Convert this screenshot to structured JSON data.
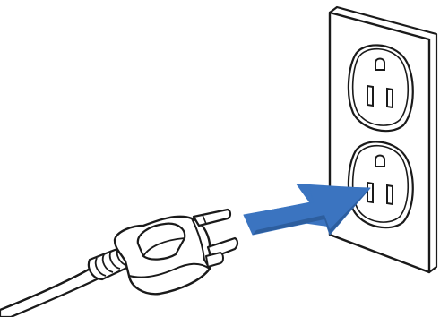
{
  "illustration": {
    "subject": "plug-into-outlet",
    "colors": {
      "background": "#ffffff",
      "line": "#1a1a1a",
      "fill": "#ffffff",
      "arrow": "#3b74c0",
      "arrow_edge": "#2d5e9e"
    },
    "components": {
      "outlet": {
        "receptacles": [
          {
            "slots": [
              "left-slot",
              "right-slot"
            ],
            "ground_hole": true
          },
          {
            "slots": [
              "left-slot",
              "right-slot"
            ],
            "ground_hole": true
          }
        ]
      },
      "plug": {
        "prongs": [
          "top-prong",
          "bottom-prong"
        ],
        "ground_pin": true,
        "cord": true
      },
      "arrow": {
        "direction": "toward-outlet"
      }
    }
  }
}
